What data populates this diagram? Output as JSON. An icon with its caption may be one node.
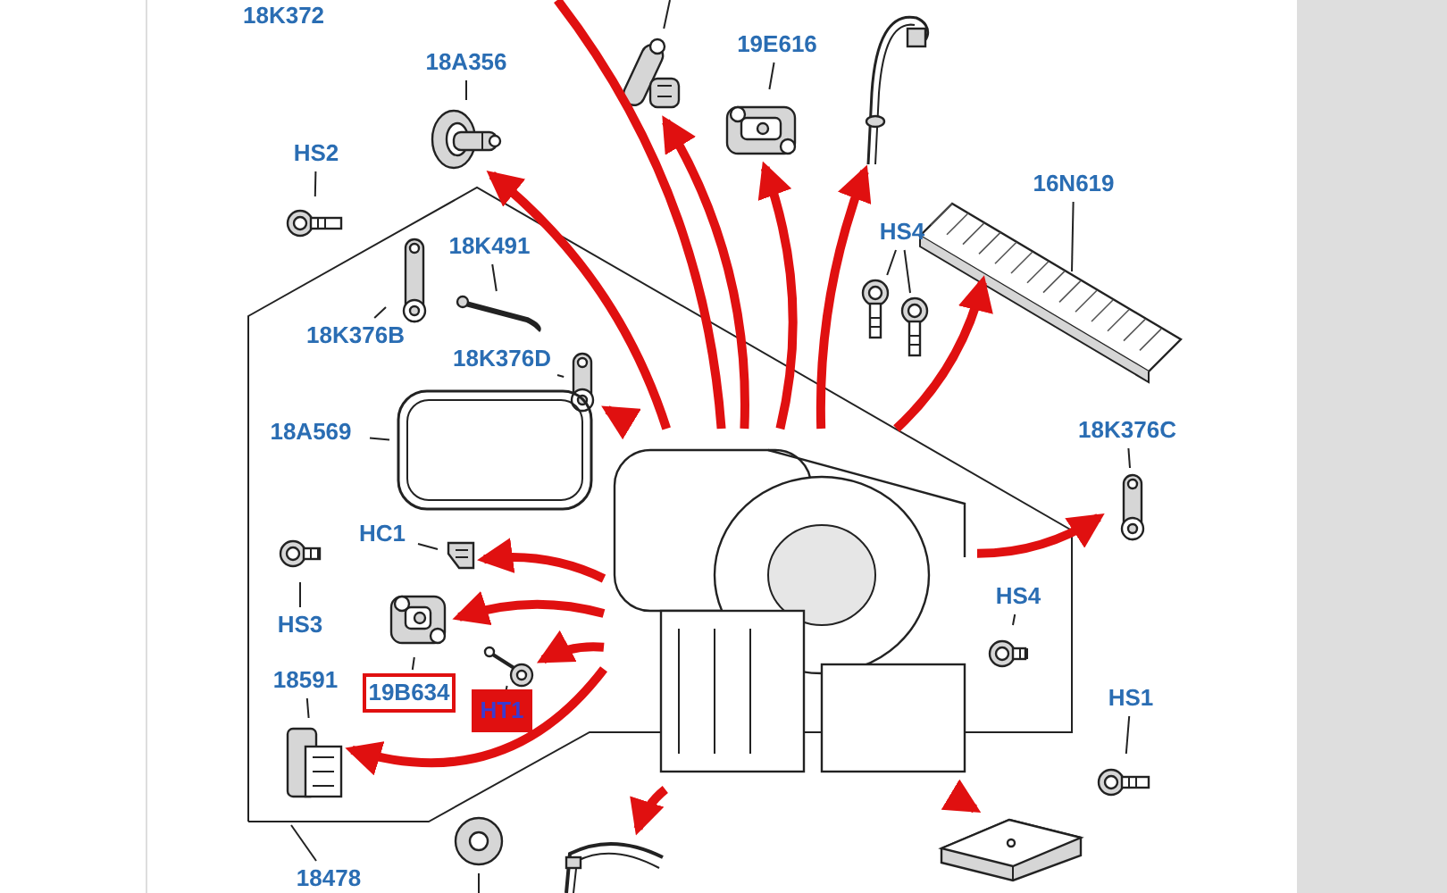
{
  "diagram": {
    "nodes": [
      {
        "text": [
          "18A356"
        ]
      },
      {
        "text": [],
        "shape": "picture"
      },
      {
        "text": [],
        "shape": "picture"
      },
      {
        "text": [
          "19E616"
        ]
      },
      {
        "text": [],
        "shape": "picture"
      },
      {
        "text": [],
        "shape": "picture"
      },
      {
        "text": [
          "HS2"
        ]
      },
      {
        "text": [],
        "shape": "picture"
      },
      {
        "text": [
          "18K491"
        ]
      },
      {
        "text": [],
        "shape": "picture"
      },
      {
        "text": [
          "18K376B"
        ]
      },
      {
        "text": [],
        "shape": "picture"
      },
      {
        "text": [
          "18K376D"
        ]
      },
      {
        "text": [],
        "shape": "picture"
      },
      {
        "text": [
          "18A569"
        ]
      },
      {
        "text": [],
        "shape": "picture"
      },
      {
        "text": [
          "HS4"
        ]
      },
      {
        "text": [],
        "shape": "picture"
      },
      {
        "text": [],
        "shape": "picture"
      },
      {
        "text": [
          "16N619"
        ]
      },
      {
        "text": [],
        "shape": "picture"
      },
      {
        "text": [
          "18K376C"
        ]
      },
      {
        "text": [],
        "shape": "picture"
      },
      {
        "text": [],
        "shape": "picture"
      },
      {
        "text": [
          "HC1"
        ]
      },
      {
        "text": [],
        "shape": "picture"
      },
      {
        "text": [
          "HS3"
        ]
      },
      {
        "text": [],
        "shape": "picture"
      },
      {
        "text": [
          "19B634"
        ]
      },
      {
        "text": [],
        "shape": "picture"
      },
      {
        "text": [
          "HT1"
        ]
      },
      {
        "text": [],
        "shape": "picture"
      },
      {
        "text": [
          "18591"
        ]
      },
      {
        "text": [],
        "shape": "picture"
      },
      {
        "text": [
          "HS4"
        ]
      },
      {
        "text": [],
        "shape": "picture"
      },
      {
        "text": [
          "HS1"
        ]
      },
      {
        "text": [],
        "shape": "picture"
      },
      {
        "text": [
          "18478"
        ]
      },
      {
        "text": [],
        "shape": "picture"
      },
      {
        "text": [],
        "shape": "picture"
      },
      {
        "text": [],
        "shape": "picture"
      }
    ],
    "edges": [
      {
        "from": 0,
        "to": 1,
        "arrow": "none"
      },
      {
        "from": null,
        "to": 2,
        "arrow": "none"
      },
      {
        "from": 3,
        "to": 4,
        "arrow": "none"
      },
      {
        "from": 6,
        "to": 7,
        "arrow": "none"
      },
      {
        "from": 8,
        "to": 9,
        "arrow": "none"
      },
      {
        "from": 10,
        "to": 11,
        "arrow": "none"
      },
      {
        "from": 12,
        "to": 13,
        "arrow": "none"
      },
      {
        "from": 14,
        "to": 15,
        "arrow": "none"
      },
      {
        "from": 16,
        "to": 17,
        "arrow": "none"
      },
      {
        "from": 16,
        "to": 18,
        "arrow": "none"
      },
      {
        "from": 19,
        "to": 20,
        "arrow": "none"
      },
      {
        "from": 21,
        "to": 22,
        "arrow": "none"
      },
      {
        "from": 24,
        "to": 25,
        "arrow": "none"
      },
      {
        "from": 26,
        "to": 27,
        "arrow": "none"
      },
      {
        "from": 28,
        "to": 29,
        "arrow": "none"
      },
      {
        "from": 30,
        "to": 31,
        "arrow": "none"
      },
      {
        "from": 32,
        "to": 33,
        "arrow": "none"
      },
      {
        "from": 34,
        "to": 35,
        "arrow": "none"
      },
      {
        "from": 36,
        "to": 37,
        "arrow": "none"
      },
      {
        "from": 38,
        "to": null,
        "arrow": "none"
      },
      {
        "from": 39,
        "to": null,
        "arrow": "none"
      },
      {
        "from": 23,
        "to": null,
        "arrow": "none",
        "style": "thick",
        "color": "#e01010"
      },
      {
        "from": 23,
        "to": 1,
        "arrow": "to",
        "style": "thick",
        "color": "#e01010"
      },
      {
        "from": 23,
        "to": 2,
        "arrow": "to",
        "style": "thick",
        "color": "#e01010"
      },
      {
        "from": 23,
        "to": 4,
        "arrow": "to",
        "style": "thick",
        "color": "#e01010"
      },
      {
        "from": 23,
        "to": 5,
        "arrow": "to",
        "style": "thick",
        "color": "#e01010"
      },
      {
        "from": 23,
        "to": 20,
        "arrow": "to",
        "style": "thick",
        "color": "#e01010"
      },
      {
        "from": 23,
        "to": 22,
        "arrow": "to",
        "style": "thick",
        "color": "#e01010"
      },
      {
        "from": 23,
        "to": 13,
        "arrow": "to",
        "style": "thick",
        "color": "#e01010"
      },
      {
        "from": 23,
        "to": 25,
        "arrow": "to",
        "style": "thick",
        "color": "#e01010"
      },
      {
        "from": 23,
        "to": 29,
        "arrow": "to",
        "style": "thick",
        "color": "#e01010"
      },
      {
        "from": 23,
        "to": 31,
        "arrow": "to",
        "style": "thick",
        "color": "#e01010"
      },
      {
        "from": 23,
        "to": 33,
        "arrow": "to",
        "style": "thick",
        "color": "#e01010"
      },
      {
        "from": 23,
        "to": 40,
        "arrow": "to",
        "style": "thick",
        "color": "#e01010"
      },
      {
        "from": 23,
        "to": 41,
        "arrow": "to",
        "style": "thick",
        "color": "#e01010"
      }
    ],
    "labels": [
      "18K372"
    ]
  }
}
